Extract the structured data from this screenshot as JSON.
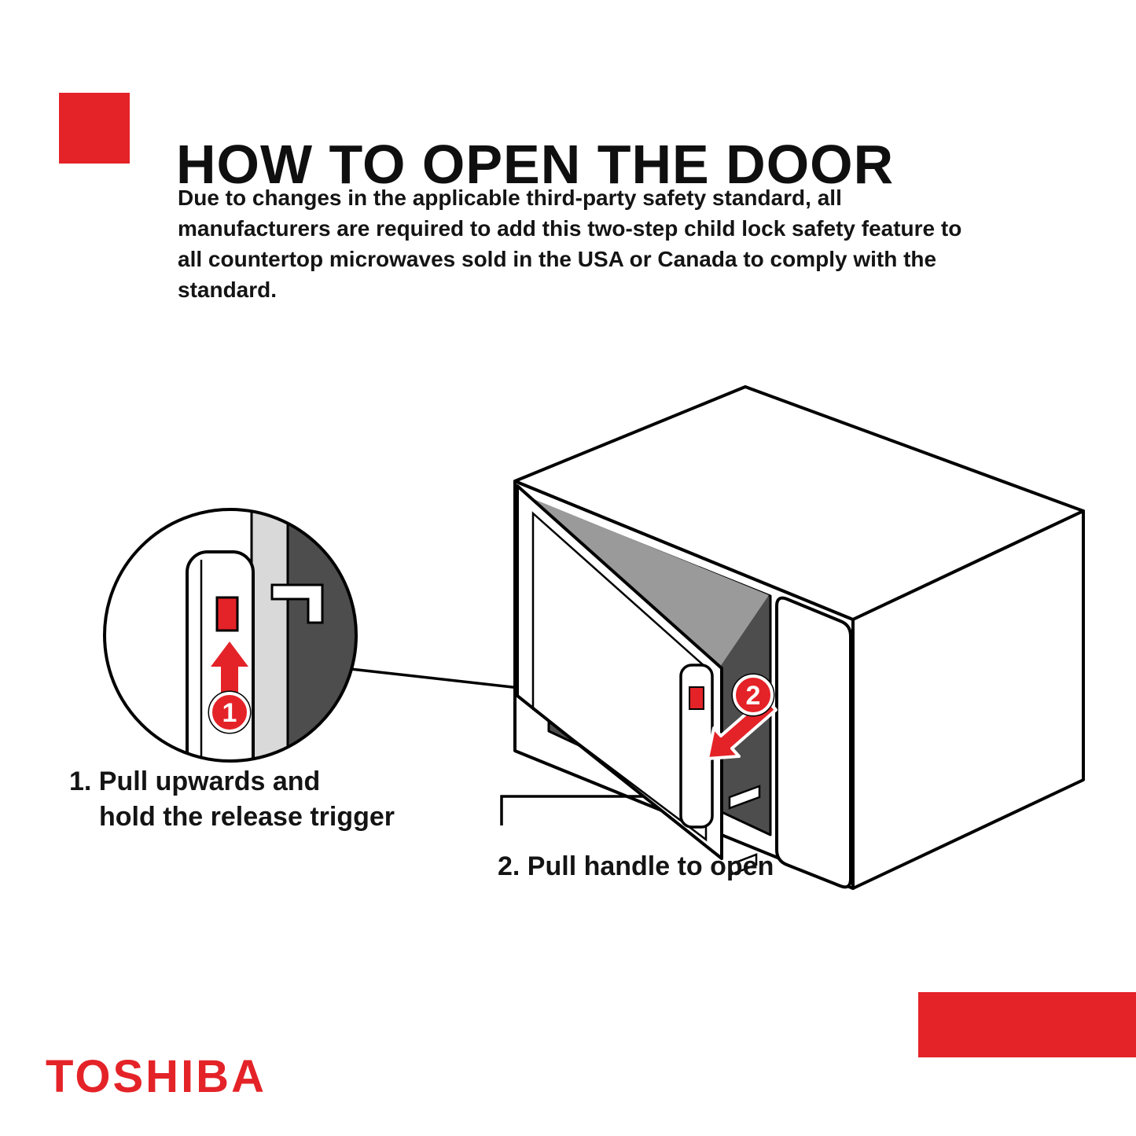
{
  "page": {
    "background": "#ffffff"
  },
  "header": {
    "title": "HOW TO OPEN THE DOOR",
    "intro_lines": [
      "Due to changes in the applicable third-party safety standard, all",
      "manufacturers are required to add this two-step child lock safety feature to",
      "all countertop microwaves sold in the USA or Canada to comply with the",
      "standard."
    ]
  },
  "steps": {
    "step1": {
      "badge": "1",
      "line1": "1. Pull upwards and",
      "line2": "hold the release trigger"
    },
    "step2": {
      "badge": "2",
      "label": "2. Pull handle to open"
    }
  },
  "brand": {
    "logo_text": "TOSHIBA"
  },
  "icons": {
    "step1_badge": "numbered-circle-1",
    "step2_badge": "numbered-circle-2",
    "release_trigger_arrow": "red-up-arrow",
    "pull_handle_arrow": "red-down-left-arrow"
  },
  "colors": {
    "accent_red": "#e42328",
    "cavity_gray": "#4d4d4d",
    "ceiling_gray": "#9a9a9a",
    "door_edge_gray": "#d9d9d9",
    "text_ink": "#111111"
  }
}
